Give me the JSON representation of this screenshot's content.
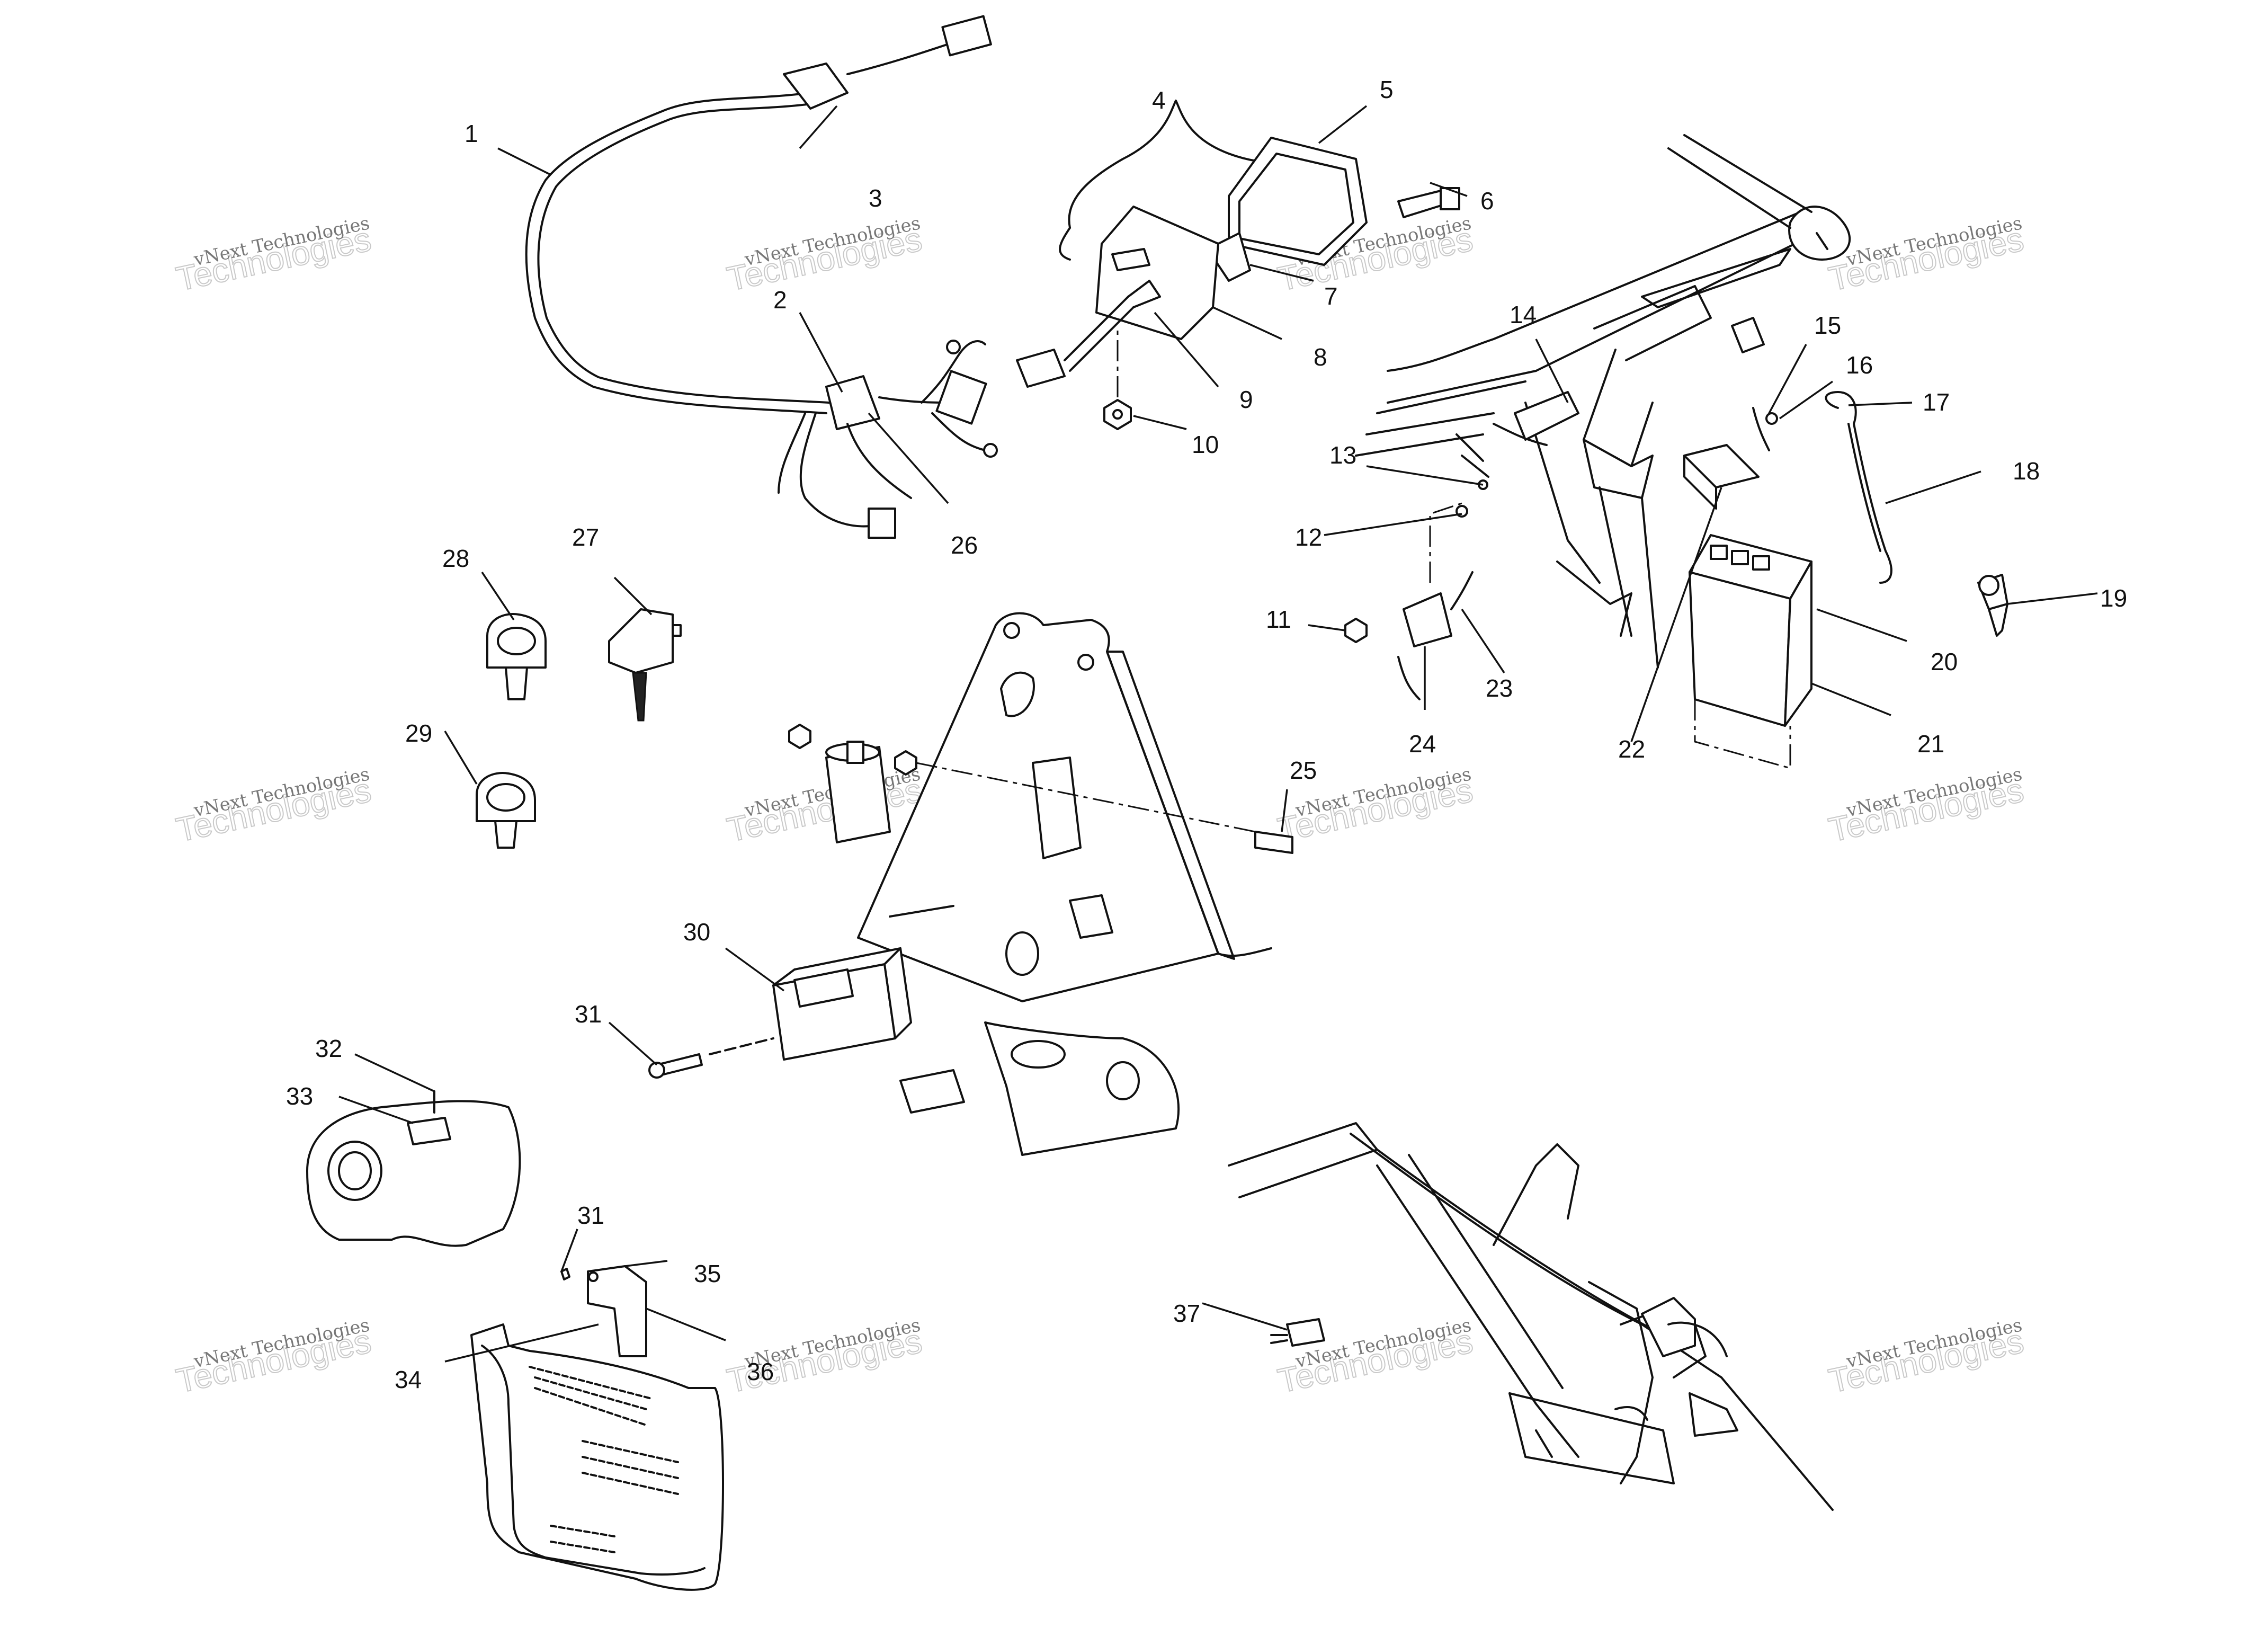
{
  "watermark": {
    "line1": "vNext Technologies",
    "line2": "Technologies"
  },
  "callouts": [
    "1",
    "2",
    "3",
    "4",
    "5",
    "6",
    "7",
    "8",
    "9",
    "10",
    "11",
    "12",
    "13",
    "14",
    "15",
    "16",
    "17",
    "18",
    "19",
    "20",
    "21",
    "22",
    "23",
    "24",
    "25",
    "26",
    "27",
    "28",
    "29",
    "30",
    "31",
    "32",
    "33",
    "34",
    "35",
    "36",
    "37"
  ]
}
